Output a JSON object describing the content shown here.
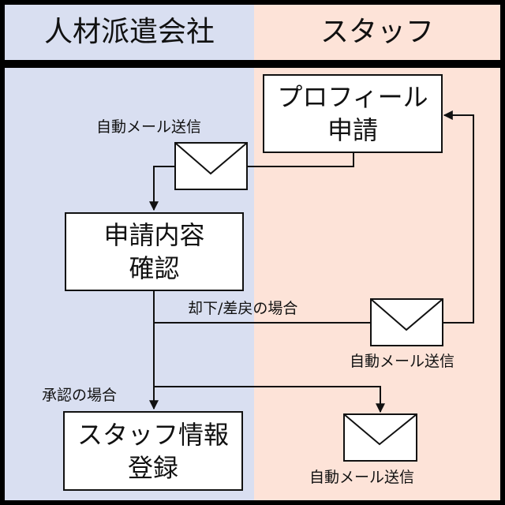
{
  "lanes": {
    "left": {
      "title": "人材派遣会社",
      "color": "#D9DFF1"
    },
    "right": {
      "title": "スタッフ",
      "color": "#FDE3D8"
    }
  },
  "nodes": {
    "profile_application": "プロフィール\n申請",
    "review_application": "申請内容\n確認",
    "register_staff": "スタッフ情報\n登録"
  },
  "labels": {
    "auto_mail_1": "自動メール送信",
    "auto_mail_2": "自動メール送信",
    "auto_mail_3": "自動メール送信",
    "reject_case": "却下/差戻の場合",
    "approve_case": "承認の場合"
  },
  "icons": [
    "envelope-icon",
    "envelope-icon",
    "envelope-icon"
  ]
}
